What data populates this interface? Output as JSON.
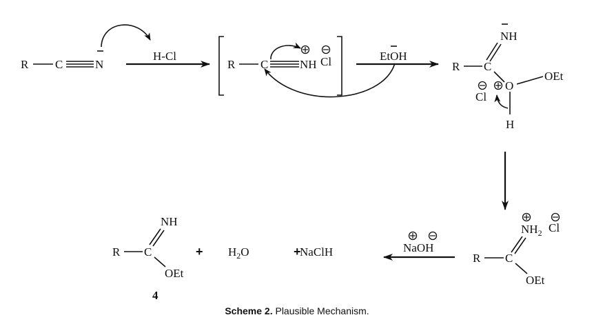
{
  "scheme": {
    "caption_label": "Scheme 2.",
    "caption_text": " Plausible Mechanism.",
    "reactant": {
      "r": "R",
      "c": "C",
      "n": "N",
      "lone_pair": "−"
    },
    "reagent_hcl": "H-Cl",
    "intermediate1": {
      "r": "R",
      "c": "C",
      "nh": "NH",
      "cl": "Cl"
    },
    "reagent_etoh": "EtOH",
    "reagent_etoh_charge": "−",
    "intermediate2": {
      "nh": "NH",
      "nh_charge": "−",
      "r": "R",
      "c": "C",
      "o": "O",
      "oet": "OEt",
      "cl": "Cl",
      "h": "H"
    },
    "intermediate3": {
      "nh2": "NH",
      "nh2_sub": "2",
      "cl": "Cl",
      "r": "R",
      "c": "C",
      "oet": "OEt"
    },
    "reagent_naoh": "NaOH",
    "product": {
      "nh": "NH",
      "r": "R",
      "c": "C",
      "oet": "OEt",
      "label": "4"
    },
    "byproducts": {
      "plus1": "+",
      "water_h": "H",
      "water_sub": "2",
      "water_o": "O",
      "plus2": "+",
      "salt": "NaClH"
    }
  },
  "colors": {
    "ink": "#111111",
    "background": "#ffffff"
  }
}
